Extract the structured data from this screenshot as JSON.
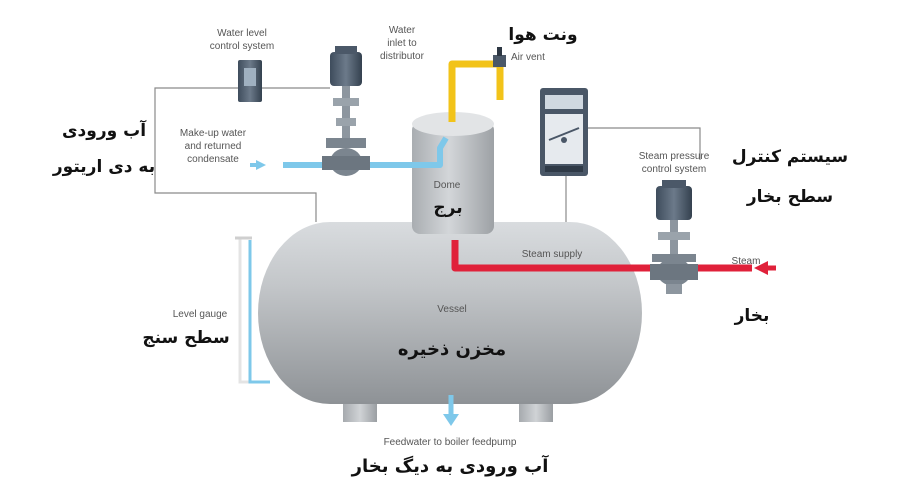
{
  "labels": {
    "water_level_control": [
      "Water level",
      "control system"
    ],
    "water_inlet": [
      "Water",
      "inlet to",
      "distributor"
    ],
    "air_vent": "Air vent",
    "air_vent_fa": "ونت هوا",
    "makeup_water": [
      "Make-up water",
      "and returned",
      "condensate"
    ],
    "makeup_water_fa": [
      "آب ورودی",
      "به دی اریتور"
    ],
    "dome": "Dome",
    "dome_fa": "برج",
    "steam_pressure_control": [
      "Steam pressure",
      "control system"
    ],
    "steam_pressure_control_fa": [
      "سیستم کنترل",
      "سطح بخار"
    ],
    "steam_supply": "Steam supply",
    "steam": "Steam",
    "steam_fa": "بخار",
    "level_gauge": "Level gauge",
    "level_gauge_fa": "سطح سنج",
    "vessel": "Vessel",
    "vessel_fa": "مخزن ذخیره",
    "feedwater": "Feedwater to boiler feedpump",
    "feedwater_fa": "آب ورودی به دیگ بخار"
  },
  "colors": {
    "water_blue": "#7ec8ea",
    "steam_red": "#e0213a",
    "vent_yellow": "#f2c319",
    "steel": "#b9bdc1",
    "line_gray": "#8a8a8a"
  }
}
